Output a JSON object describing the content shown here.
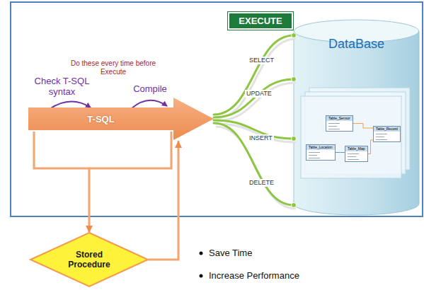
{
  "diagram": {
    "nodes": [
      {
        "text": [
          "EXECUTE"
        ]
      },
      {
        "text": [
          "T-SQL"
        ]
      },
      {
        "text": [
          "Stored Procedure"
        ]
      },
      {
        "text": [
          "DataBase"
        ]
      },
      {
        "text": [
          "Table_Sensor"
        ],
        "in": 3
      },
      {
        "text": [
          "Table_Record"
        ],
        "in": 3
      },
      {
        "text": [
          "Table_Location"
        ],
        "in": 3
      },
      {
        "text": [
          "Table_Map"
        ],
        "in": 3
      }
    ],
    "edges": [
      {
        "from": 1,
        "to": 2,
        "arrow": "to"
      },
      {
        "from": 2,
        "to": 1,
        "arrow": "to"
      },
      {
        "from": 1,
        "to": 3,
        "label": "SELECT",
        "arrow": "none"
      },
      {
        "from": 1,
        "to": 3,
        "label": "UPDATE",
        "arrow": "none"
      },
      {
        "from": 1,
        "to": 3,
        "label": "INSERT",
        "arrow": "none"
      },
      {
        "from": 1,
        "to": 3,
        "label": "DELETE",
        "arrow": "none"
      },
      {
        "from": 4,
        "to": 5,
        "arrow": "none"
      },
      {
        "from": 6,
        "to": 7,
        "arrow": "none"
      },
      {
        "from": 7,
        "to": 5,
        "arrow": "none"
      }
    ],
    "labels": [
      "Do these every time before Execute",
      "Check T-SQL syntax",
      "Compile",
      "Save Time",
      "Increase Performance"
    ]
  }
}
